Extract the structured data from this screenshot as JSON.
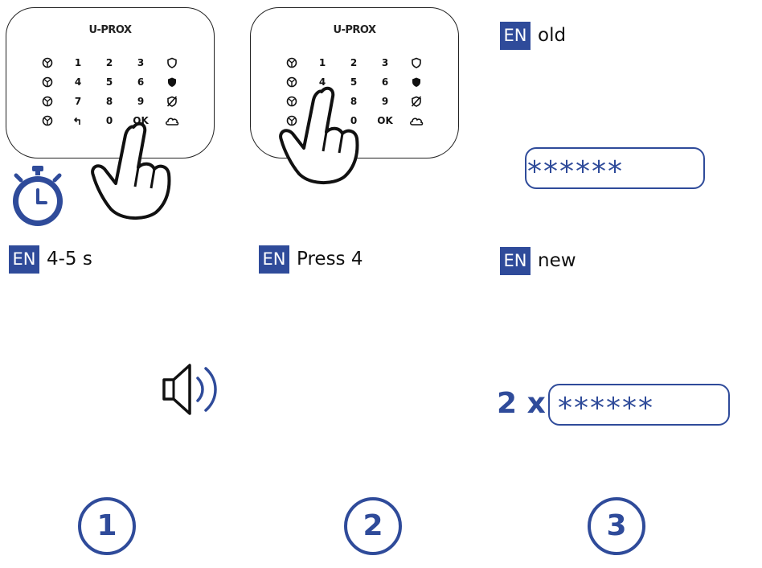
{
  "colors": {
    "accent": "#2f4b9a",
    "outline": "#222222"
  },
  "keypad": {
    "brand": "U-PROX",
    "keys": [
      [
        "zone-icon",
        "1",
        "2",
        "3",
        "shield-outline-icon"
      ],
      [
        "zone-icon",
        "4",
        "5",
        "6",
        "shield-filled-icon"
      ],
      [
        "zone-icon",
        "7",
        "8",
        "9",
        "disarm-icon"
      ],
      [
        "zone-icon",
        "back-icon",
        "0",
        "OK",
        "cloud-icon"
      ]
    ]
  },
  "panel1": {
    "lang": "EN",
    "label": "4-5 s",
    "icons": [
      "stopwatch-icon",
      "hand-press-icon",
      "speaker-icon"
    ]
  },
  "panel2": {
    "lang": "EN",
    "label": "Press 4",
    "icons": [
      "hand-press-icon"
    ]
  },
  "panel3": {
    "old_lang": "EN",
    "old_label": "old",
    "old_code": "******",
    "new_lang": "EN",
    "new_label": "new",
    "repeat": "2 x",
    "new_code": "******"
  },
  "steps": [
    "1",
    "2",
    "3"
  ]
}
